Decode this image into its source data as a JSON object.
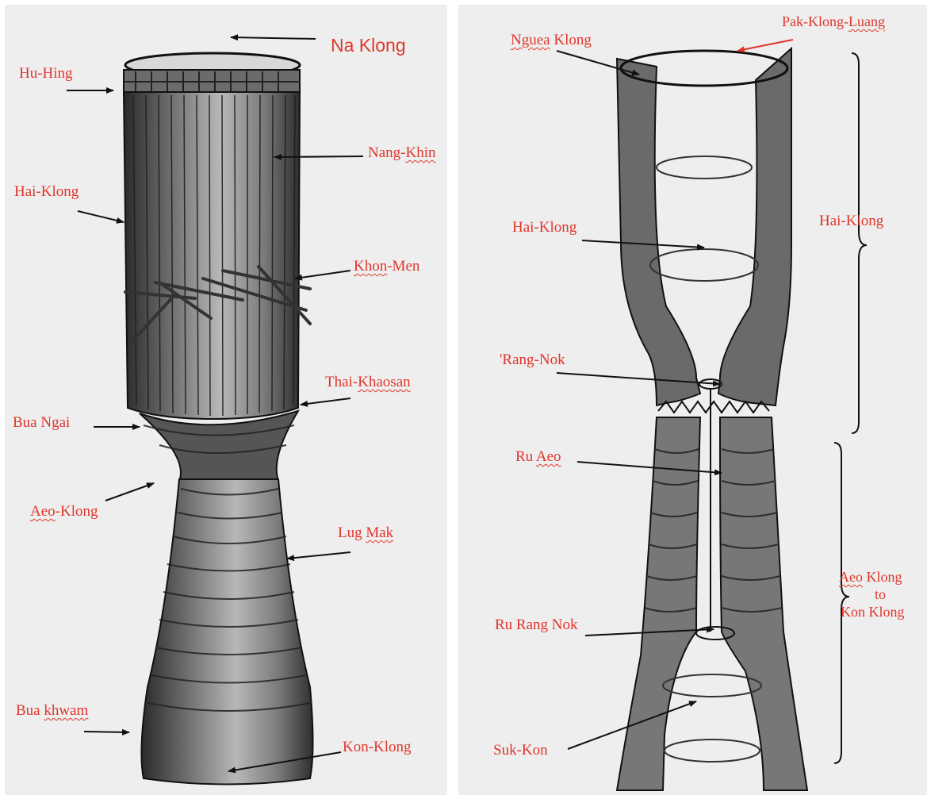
{
  "colors": {
    "label": "#e0362c",
    "ink": "#1a1a1a",
    "paper": "#eeeeee"
  },
  "left_panel": {
    "labels": {
      "na_klong": "Na Klong",
      "hu_hing": "Hu-Hing",
      "nang_khin_a": "Nang-",
      "nang_khin_b": "Khin",
      "hai_klong": "Hai-Klong",
      "khon_men_a": "Khon",
      "khon_men_b": "-Men",
      "thai_khaosan_a": "Thai-",
      "thai_khaosan_b": "Khaosan",
      "bua_ngai": "Bua Ngai",
      "aeo_klong_a": "Aeo",
      "aeo_klong_b": "-Klong",
      "lug_mak_a": "Lug ",
      "lug_mak_b": "Mak",
      "bua_khwam_a": "Bua ",
      "bua_khwam_b": "khwam",
      "kon_klong": "Kon-Klong"
    }
  },
  "right_panel": {
    "labels": {
      "nguea_klong_a": "Nguea",
      "nguea_klong_b": " Klong",
      "pak_klong_luang_a": "Pak-Klong-",
      "pak_klong_luang_b": "Luang",
      "hai_klong_inner": "Hai-Klong",
      "hai_klong_bracket": "Hai-Klong",
      "rang_nok": "'Rang-Nok",
      "ru_aeo_a": "Ru ",
      "ru_aeo_b": "Aeo",
      "aeo_klong_a": "Aeo",
      "aeo_klong_b": " Klong",
      "to": "to",
      "kon_klong": "Kon Klong",
      "ru_rang_nok": "Ru Rang Nok",
      "suk_kon": "Suk-Kon"
    }
  }
}
